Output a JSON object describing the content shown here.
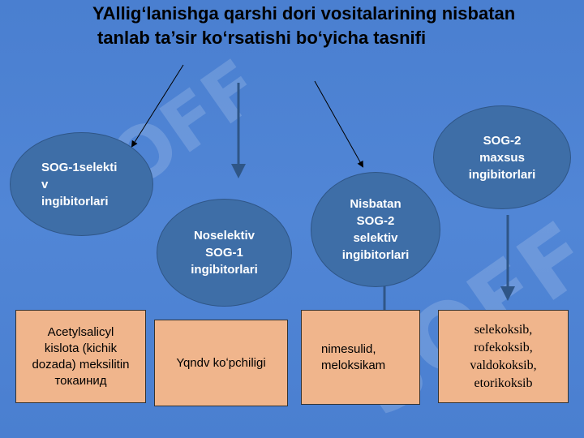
{
  "title": {
    "line1": "YAllig‘lanishga qarshi dori vositalarining nisbatan",
    "line2": "tanlab ta’sir ko‘rsatishi bo‘yicha tasnifi"
  },
  "nodes": {
    "sog1_selektiv": "SOG-1selekti\nv\ningibitorlari",
    "noselektiv": "Noselektiv\nSOG-1\ningibitorlari",
    "nisbatan_sog2": "Nisbatan\nSOG-2\nselektiv\ningibitorlari",
    "sog2_maxsus": "SOG-2\nmaxsus\ningibitorlari"
  },
  "boxes": {
    "box1": "Acetylsalicyl\nkislota (kichik\ndozada) meksilitin\nтокаинид",
    "box2": "Yqndv koʻpchiligi",
    "box3": "nimesulid,\nmeloksikam",
    "box4": "selekoksib,\nrofekoksib,\nvaldokoksib,\netorikoksib"
  },
  "watermark": "SOFF",
  "colors": {
    "background": "#4a7fd0",
    "node_fill": "#3e6ea7",
    "box_fill": "#f0b58c"
  }
}
